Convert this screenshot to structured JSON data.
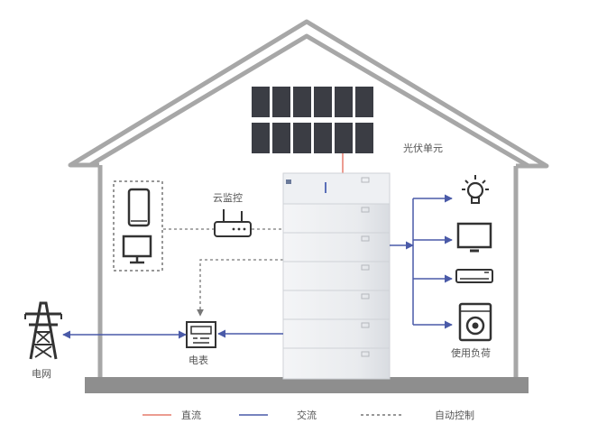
{
  "labels": {
    "pv": "光伏单元",
    "cloud": "云监控",
    "grid": "电网",
    "meter": "电表",
    "loads": "使用负荷"
  },
  "legend": [
    {
      "label": "直流",
      "style": "solid",
      "color": "#e57b6c"
    },
    {
      "label": "交流",
      "style": "solid",
      "color": "#4a5aa8"
    },
    {
      "label": "自动控制",
      "style": "dashed",
      "color": "#777777"
    }
  ],
  "colors": {
    "house": "#a7a7a7",
    "ground": "#8e8e8e",
    "panel": "#3b3d44",
    "battery": "#eceef1",
    "ac_line": "#4a5aa8",
    "dc_line": "#e57b6c",
    "control_line": "#777777"
  },
  "icons": {
    "devices": [
      "smartphone-icon",
      "monitor-icon"
    ],
    "router": "router-icon",
    "loads": [
      "lightbulb-icon",
      "tv-icon",
      "air-conditioner-icon",
      "washing-machine-icon"
    ],
    "grid": "power-tower-icon",
    "meter": "electric-meter-icon"
  }
}
